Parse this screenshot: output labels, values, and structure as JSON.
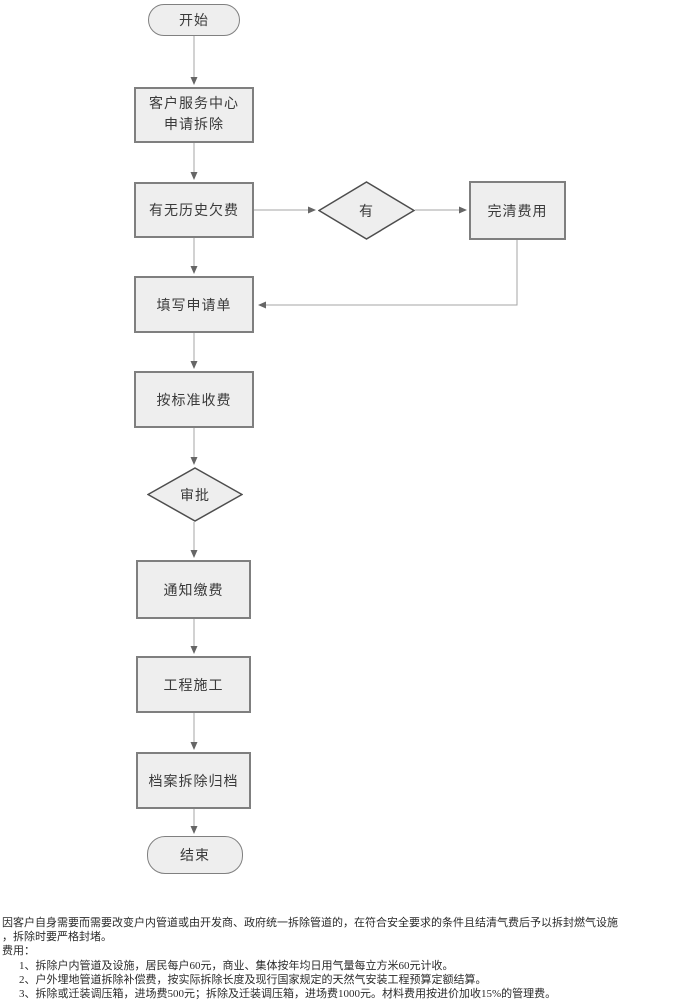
{
  "flowchart": {
    "nodes": {
      "start": "开始",
      "apply_line1": "客户服务中心",
      "apply_line2": "申请拆除",
      "check_arrears": "有无历史欠费",
      "has_arrears": "有",
      "pay_fees": "完清费用",
      "fill_form": "填写申请单",
      "charge": "按标准收费",
      "approve": "审批",
      "notify_payment": "通知缴费",
      "construction": "工程施工",
      "archive": "档案拆除归档",
      "end": "结束"
    }
  },
  "notes": {
    "para_line1": "因客户自身需要而需要改变户内管道或由开发商、政府统一拆除管道的，在符合安全要求的条件且结清气费后予以拆封燃气设施",
    "para_line2": "，拆除时要严格封堵。",
    "fee_title": "费用：",
    "items": [
      "1、拆除户内管道及设施，居民每户60元，商业、集体按年均日用气量每立方米60元计收。",
      "2、户外埋地管道拆除补偿费，按实际拆除长度及现行国家规定的天然气安装工程预算定额结算。",
      "3、拆除或迁装调压箱，进场费500元；拆除及迁装调压箱，进场费1000元。材料费用按进价加收15%的管理费。"
    ]
  },
  "colors": {
    "node_fill": "#eeeeee",
    "node_border": "#7f7f7f",
    "diamond_border": "#4d4d4d",
    "connector": "#a6a6a6",
    "arrowhead": "#666666",
    "text": "#333333",
    "background": "#ffffff"
  }
}
